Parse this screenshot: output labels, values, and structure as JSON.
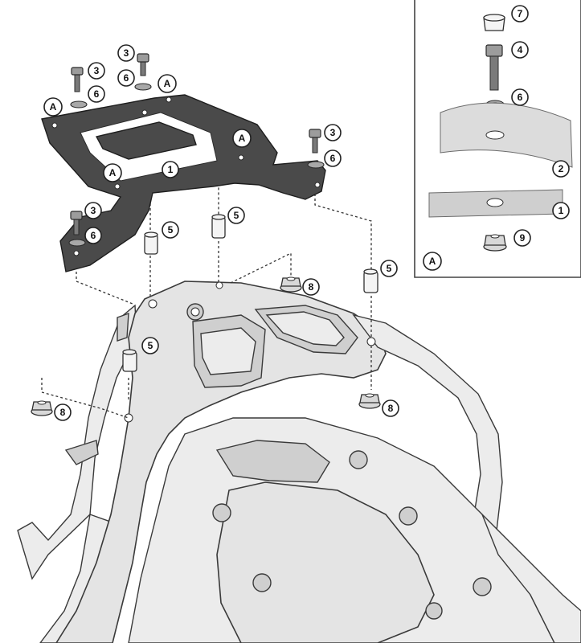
{
  "callouts": {
    "c7_detail": "7",
    "c4_detail": "4",
    "c6_detail": "6",
    "c2_detail": "2",
    "c1_detail": "1",
    "c9_detail": "9",
    "cA_detail": "A",
    "c3_left_top": "3",
    "c6_left_top": "6",
    "c3_mid_top": "3",
    "c6_mid_top": "6",
    "cA_mid_top": "A",
    "cA_left": "A",
    "cA_right": "A",
    "c3_right": "3",
    "c6_right": "6",
    "cA_plate_lower": "A",
    "c1_plate": "1",
    "c3_left_low": "3",
    "c6_left_low": "6",
    "c5_left": "5",
    "c5_center": "5",
    "c5_right": "5",
    "c5_frame": "5",
    "c8_top": "8",
    "c8_left": "8",
    "c8_right": "8"
  },
  "icons": {
    "plate": "rack-plate-icon",
    "frame": "rear-rack-frame-icon",
    "bolt": "bolt-icon",
    "nut": "flange-nut-icon",
    "spacer": "spacer-icon",
    "washer": "washer-icon"
  },
  "colors": {
    "plate": "#4a4a4a",
    "frame": "#e4e4e4",
    "line": "#2a2a2a"
  }
}
